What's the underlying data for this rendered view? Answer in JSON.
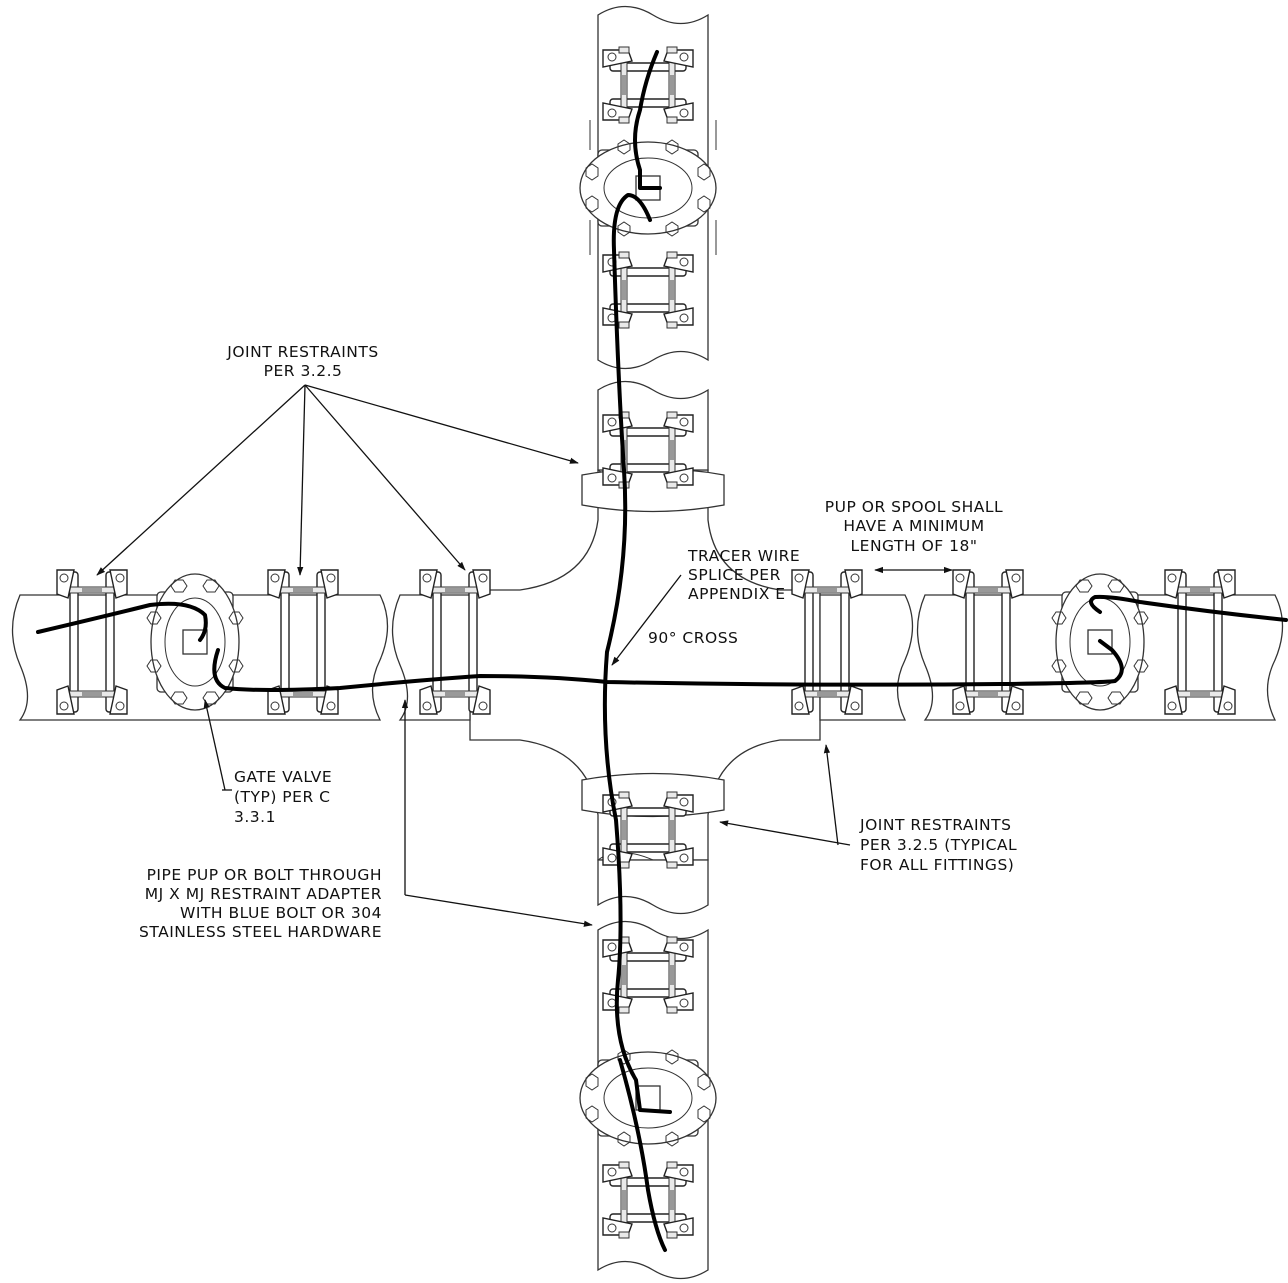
{
  "drawing": {
    "labels": {
      "joint_restraints_top": [
        "JOINT RESTRAINTS",
        "PER 3.2.5"
      ],
      "pup_or_spool": [
        "PUP OR SPOOL SHALL",
        "HAVE A MINIMUM",
        "LENGTH OF 18\""
      ],
      "tracer_wire_splice": [
        "TRACER WIRE",
        "SPLICE PER",
        "APPENDIX E"
      ],
      "cross": [
        "90° CROSS"
      ],
      "gate_valve": [
        "GATE VALVE",
        "(TYP) PER C",
        "3.3.1"
      ],
      "joint_restraints_typical": [
        "JOINT RESTRAINTS",
        "PER 3.2.5 (TYPICAL",
        "FOR ALL FITTINGS)"
      ],
      "pipe_pup": [
        "PIPE PUP OR BOLT THROUGH",
        "MJ X MJ RESTRAINT ADAPTER",
        "WITH BLUE BOLT OR 304",
        "STAINLESS STEEL HARDWARE"
      ]
    },
    "colors": {
      "line": "#333333",
      "wire": "#000000",
      "background": "#ffffff"
    }
  }
}
